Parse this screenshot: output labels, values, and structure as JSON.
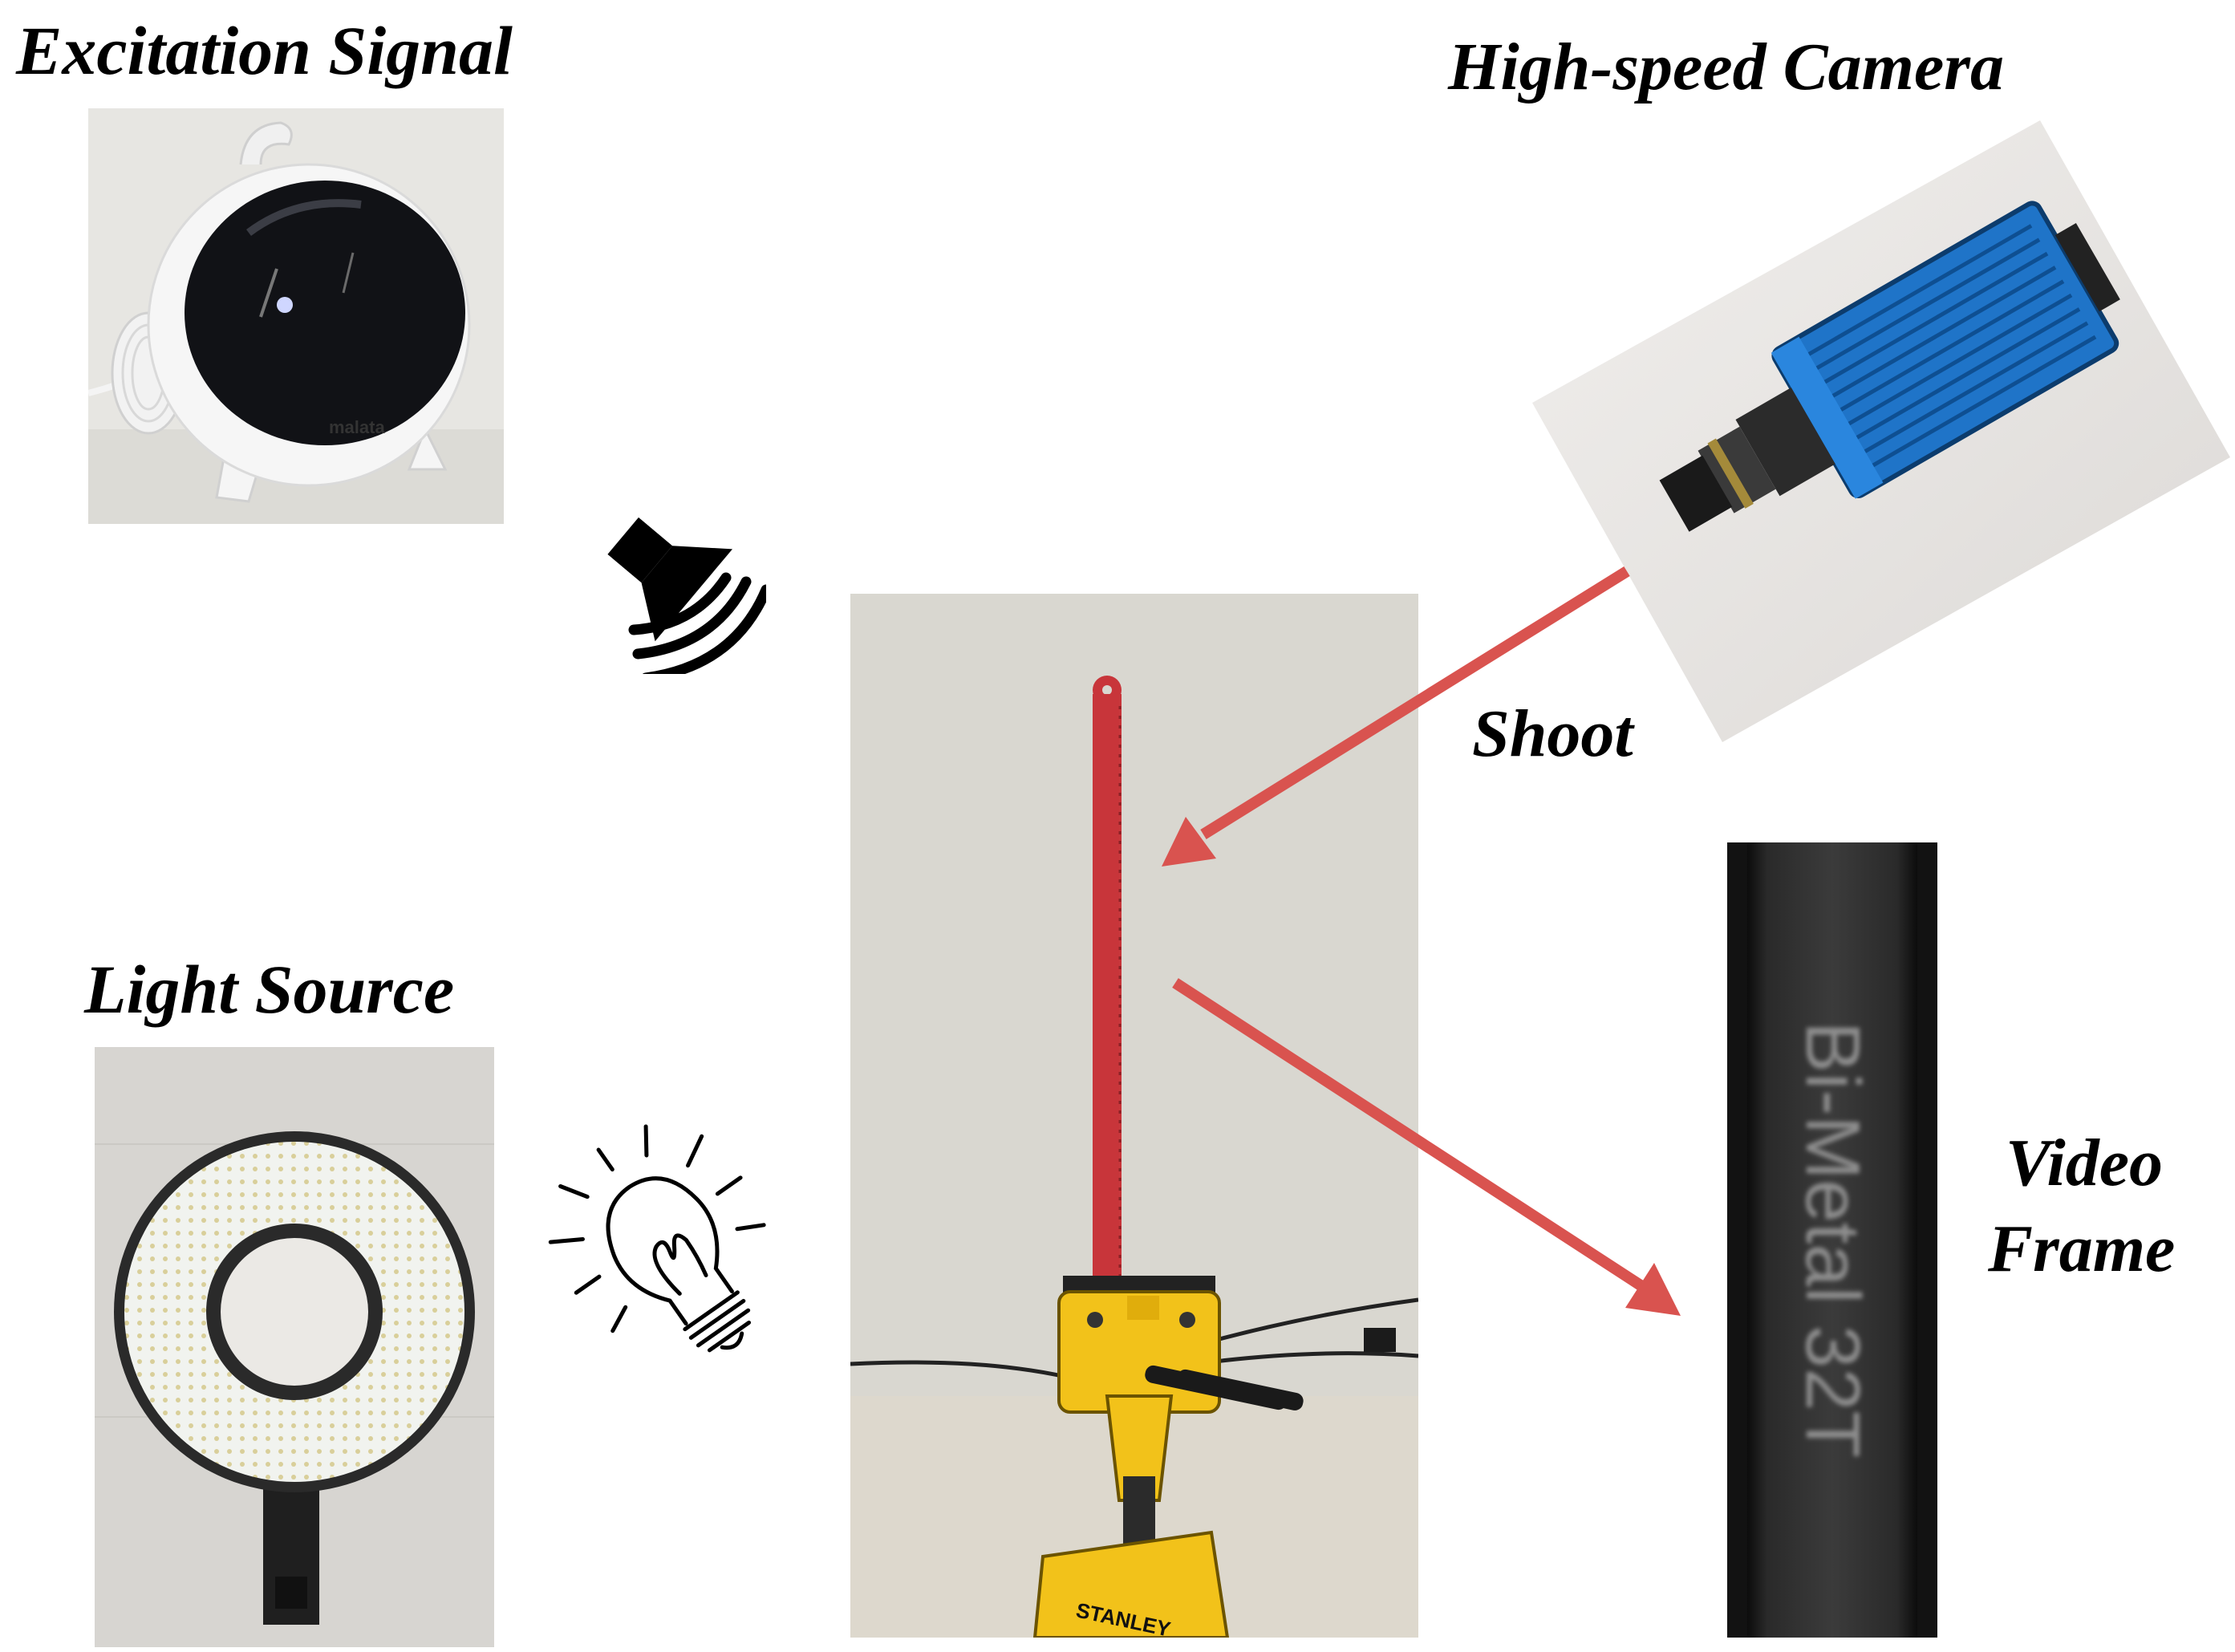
{
  "labels": {
    "excitation_signal": "Excitation Signal",
    "high_speed_camera": "High-speed Camera",
    "light_source": "Light Source",
    "shoot": "Shoot",
    "video_line1": "Video",
    "video_line2": "Frame"
  },
  "brands": {
    "speaker": "malata",
    "vise": "STANLEY"
  },
  "video_frame_text": "Bi-Metal 32T",
  "icons": {
    "sound": "speaker-sound-icon",
    "light": "light-bulb-icon"
  },
  "colors": {
    "arrow": "#d9534f",
    "saw_blade": "#c8353a",
    "camera_body": "#1f74c8",
    "vise": "#f2c21a"
  }
}
